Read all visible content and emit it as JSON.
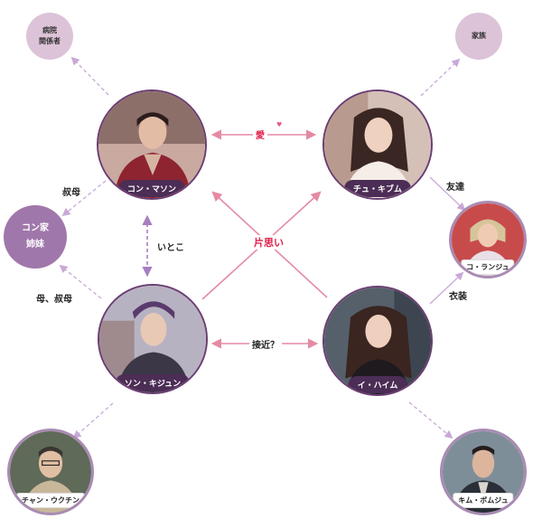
{
  "colors": {
    "pink_line": "#e58aa3",
    "lavender_line": "#c8a8d8",
    "purple_line": "#a87fc0",
    "node_border": "#6b3d72",
    "name_tag_bg": "#4b2d55",
    "accent_red": "#e0204a"
  },
  "nodes": {
    "kong_mason": {
      "name": "コン・マソン"
    },
    "chu_kibum": {
      "name": "チュ・キブム"
    },
    "son_kijun": {
      "name": "ソン・キジュン"
    },
    "lee_haim": {
      "name": "イ・ハイム"
    },
    "ko_ranju": {
      "name": "コ・ランジュ"
    },
    "chan_ukchin": {
      "name": "チャン・ウクチン"
    },
    "kim_bomju": {
      "name": "キム・ボムジュ"
    }
  },
  "groups": {
    "hospital": {
      "line1": "病院",
      "line2": "関係者"
    },
    "family": {
      "label": "家族"
    },
    "kong_family": {
      "line1": "コン家",
      "line2": "姉妹"
    }
  },
  "relations": {
    "love": "愛",
    "heart": "♥",
    "unrequited": "片思い",
    "cousin": "いとこ",
    "approach": "接近？",
    "aunt": "叔母",
    "mother_aunt": "母、叔母",
    "friend": "友達",
    "costume": "衣装"
  }
}
